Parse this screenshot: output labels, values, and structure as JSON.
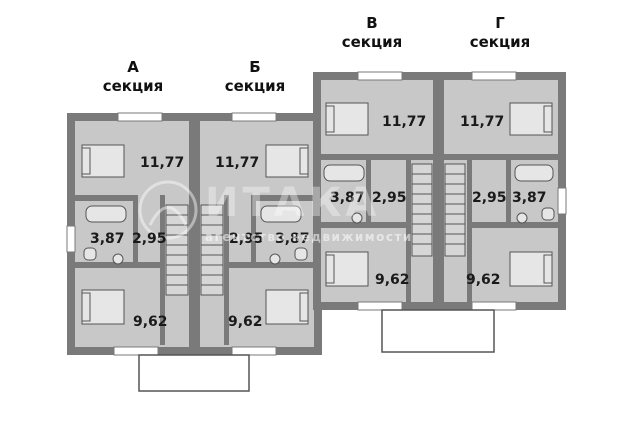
{
  "sections": [
    {
      "letter": "А",
      "word": "секция"
    },
    {
      "letter": "Б",
      "word": "секция"
    },
    {
      "letter": "В",
      "word": "секция"
    },
    {
      "letter": "Г",
      "word": "секция"
    }
  ],
  "areas": {
    "a_bedroom_top": "11,77",
    "a_bath": "3,87",
    "a_hall": "2,95",
    "a_bedroom_bottom": "9,62",
    "b_bedroom_top": "11,77",
    "b_hall": "2,95",
    "b_bath": "3,87",
    "b_bedroom_bottom": "9,62",
    "v_bedroom_top": "11,77",
    "v_bath": "3,87",
    "v_hall": "2,95",
    "v_bedroom_bottom": "9,62",
    "g_bedroom_top": "11,77",
    "g_hall": "2,95",
    "g_bath": "3,87",
    "g_bedroom_bottom": "9,62"
  },
  "watermark": {
    "brand": "ИТАКА",
    "subtitle": "агентство недвижимости"
  },
  "colors": {
    "wall": "#7a7a7a",
    "floor": "#c8c8c8",
    "furniture": "#e6e6e6",
    "line": "#555555"
  }
}
